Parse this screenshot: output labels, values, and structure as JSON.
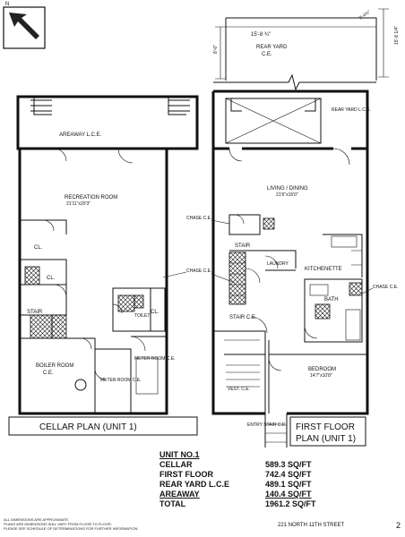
{
  "north_label": "N",
  "cellar": {
    "title": "CELLAR PLAN (UNIT 1)",
    "areaway": "AREAWAY L.C.E.",
    "recreation_room": "RECREATION ROOM",
    "recreation_dims": "21'11\"x20'3\"",
    "cl_1": "CL.",
    "cl_2": "CL.",
    "cl_3": "CL.",
    "toilet": "TOILET",
    "stair": "STAIR",
    "boiler_room": "BOILER ROOM",
    "boiler_ce": "C.E.",
    "meter_room_1": "METER ROOM C.E.",
    "meter_room_2": "METER ROOM C.E."
  },
  "first_floor": {
    "title_line1": "FIRST FLOOR",
    "title_line2": "PLAN (UNIT 1)",
    "rear_yard_top": "REAR YARD",
    "rear_yard_top_ce": "C.E.",
    "rear_yard_side": "REAR YARD L.C.E.",
    "dim_width": "15'-8 ¾\"",
    "dim_top_right": "9'-4¾\"",
    "dim_left": "8'-0\"",
    "dim_right": "15'-8 1/4\"",
    "living_dining": "LIVING / DINING",
    "living_dims": "21'6\"x15'0\"",
    "chase_1": "CHASE C.E.",
    "chase_2": "CHASE C.E.",
    "chase_3": "CHASE C.E.",
    "stair": "STAIR",
    "laundry": "LAUNDRY",
    "kitchenette": "KITCHENETTE",
    "bath": "BATH",
    "stair_ce": "STAIR C.E.",
    "bedroom": "BEDROOM",
    "bedroom_dims": "14'7\"x10'8\"",
    "vest": "VEST. C.E.",
    "entry_stair": "ENTRY STAIR C.E."
  },
  "summary": {
    "heading": "UNIT NO.1",
    "rows": [
      {
        "label": "CELLAR",
        "value": "589.3 SQ/FT"
      },
      {
        "label": "FIRST FLOOR",
        "value": "742.4 SQ/FT"
      },
      {
        "label": "REAR YARD L.C.E",
        "value": "489.1 SQ/FT"
      },
      {
        "label": "AREAWAY",
        "value": "140.4 SQ/FT"
      },
      {
        "label": "TOTAL",
        "value": "1961.2 SQ/FT"
      }
    ]
  },
  "notes": [
    "ALL DIMENSIONS ARE APPROXIMATE.",
    "PLANS ARE DIMENSIONS WILL VARY FROM FLOOR TO FLOOR.",
    "PLEASE SEE SCHEDULE OF DETERMINATIONS FOR FURTHER INFORMATION."
  ],
  "address": "221 NORTH 11TH STREET",
  "page_number": "2"
}
